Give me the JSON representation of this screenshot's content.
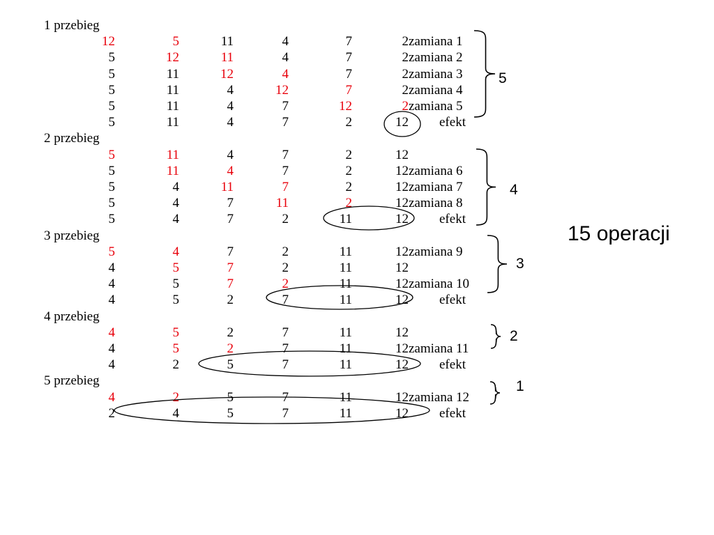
{
  "colors": {
    "text": "#000000",
    "highlight": "#e8000b",
    "background": "#ffffff"
  },
  "rows": [
    {
      "kind": "label",
      "text": "1 przebieg"
    },
    {
      "kind": "data",
      "values": [
        "12",
        "5",
        "11",
        "4",
        "7",
        "2"
      ],
      "red": [
        0,
        1
      ],
      "note": "zamiana 1"
    },
    {
      "kind": "data",
      "values": [
        "5",
        "12",
        "11",
        "4",
        "7",
        "2"
      ],
      "red": [
        1,
        2
      ],
      "note": "zamiana 2"
    },
    {
      "kind": "data",
      "values": [
        "5",
        "11",
        "12",
        "4",
        "7",
        "2"
      ],
      "red": [
        2,
        3
      ],
      "note": "zamiana 3"
    },
    {
      "kind": "data",
      "values": [
        "5",
        "11",
        "4",
        "12",
        "7",
        "2"
      ],
      "red": [
        3,
        4
      ],
      "note": "zamiana 4"
    },
    {
      "kind": "data",
      "values": [
        "5",
        "11",
        "4",
        "7",
        "12",
        "2"
      ],
      "red": [
        4,
        5
      ],
      "note": "zamiana 5"
    },
    {
      "kind": "data",
      "values": [
        "5",
        "11",
        "4",
        "7",
        "2",
        "12"
      ],
      "red": [],
      "note": "efekt"
    },
    {
      "kind": "label",
      "text": "2 przebieg"
    },
    {
      "kind": "data",
      "values": [
        "5",
        "11",
        "4",
        "7",
        "2",
        "12"
      ],
      "red": [
        0,
        1
      ],
      "note": ""
    },
    {
      "kind": "data",
      "values": [
        "5",
        "11",
        "4",
        "7",
        "2",
        "12"
      ],
      "red": [
        1,
        2
      ],
      "note": "zamiana 6"
    },
    {
      "kind": "data",
      "values": [
        "5",
        "4",
        "11",
        "7",
        "2",
        "12"
      ],
      "red": [
        2,
        3
      ],
      "note": "zamiana 7"
    },
    {
      "kind": "data",
      "values": [
        "5",
        "4",
        "7",
        "11",
        "2",
        "12"
      ],
      "red": [
        3,
        4
      ],
      "note": "zamiana 8"
    },
    {
      "kind": "data",
      "values": [
        "5",
        "4",
        "7",
        "2",
        "11",
        "12"
      ],
      "red": [],
      "note": "efekt"
    },
    {
      "kind": "label",
      "text": "3 przebieg"
    },
    {
      "kind": "data",
      "values": [
        "5",
        "4",
        "7",
        "2",
        "11",
        "12"
      ],
      "red": [
        0,
        1
      ],
      "note": "zamiana 9"
    },
    {
      "kind": "data",
      "values": [
        "4",
        "5",
        "7",
        "2",
        "11",
        "12"
      ],
      "red": [
        1,
        2
      ],
      "note": ""
    },
    {
      "kind": "data",
      "values": [
        "4",
        "5",
        "7",
        "2",
        "11",
        "12"
      ],
      "red": [
        2,
        3
      ],
      "note": "zamiana 10"
    },
    {
      "kind": "data",
      "values": [
        "4",
        "5",
        "2",
        "7",
        "11",
        "12"
      ],
      "red": [],
      "note": "efekt"
    },
    {
      "kind": "label",
      "text": "4 przebieg"
    },
    {
      "kind": "data",
      "values": [
        "4",
        "5",
        "2",
        "7",
        "11",
        "12"
      ],
      "red": [
        0,
        1
      ],
      "note": ""
    },
    {
      "kind": "data",
      "values": [
        "4",
        "5",
        "2",
        "7",
        "11",
        "12"
      ],
      "red": [
        1,
        2
      ],
      "note": "zamiana 11"
    },
    {
      "kind": "data",
      "values": [
        "4",
        "2",
        "5",
        "7",
        "11",
        "12"
      ],
      "red": [],
      "note": "efekt"
    },
    {
      "kind": "label",
      "text": "5 przebieg"
    },
    {
      "kind": "data",
      "values": [
        "4",
        "2",
        "5",
        "7",
        "11",
        "12"
      ],
      "red": [
        0,
        1
      ],
      "note": "zamiana 12"
    },
    {
      "kind": "data",
      "values": [
        "2",
        "4",
        "5",
        "7",
        "11",
        "12"
      ],
      "red": [],
      "note": "efekt"
    }
  ],
  "brace_labels": [
    "5",
    "4",
    "3",
    "2",
    "1"
  ],
  "summary": "15 operacji"
}
